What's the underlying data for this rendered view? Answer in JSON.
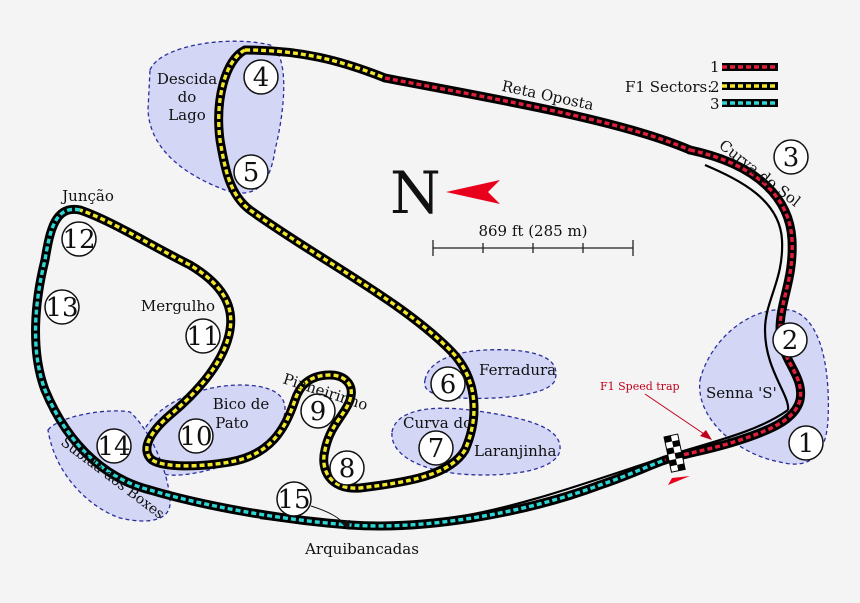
{
  "colors": {
    "sector1": "#e0203a",
    "sector2": "#f2e62a",
    "sector3": "#2fd4d4",
    "zone_fill": "#d3d6f5",
    "zone_stroke": "#2b2f9c",
    "arrow": "#e8001c",
    "background": "#f4f4f4"
  },
  "legend": {
    "title": "F1 Sectors:",
    "items": [
      {
        "num": "1",
        "color": "#e0203a"
      },
      {
        "num": "2",
        "color": "#f2e62a"
      },
      {
        "num": "3",
        "color": "#2fd4d4"
      }
    ]
  },
  "compass": {
    "letter": "N"
  },
  "scale": {
    "label": "869 ft (285 m)"
  },
  "speed_trap": "F1 Speed trap",
  "corners": [
    "1",
    "2",
    "3",
    "4",
    "5",
    "6",
    "7",
    "8",
    "9",
    "10",
    "11",
    "12",
    "13",
    "14",
    "15"
  ],
  "labels": {
    "reta_oposta": "Reta Oposta",
    "curva_do_sol": "Curva do Sol",
    "descida_1": "Descida",
    "descida_2": "do",
    "descida_3": "Lago",
    "juncao": "Junção",
    "mergulho": "Mergulho",
    "pinheirinho": "Pinheirinho",
    "bico_1": "Bico de",
    "bico_2": "Pato",
    "ferradura": "Ferradura",
    "curva_do_1": "Curva do",
    "laranjinha": "Laranjinha",
    "senna_s": "Senna 'S'",
    "subida_boxes": "Subida dos Boxes",
    "arquibancadas": "Arquibancadas"
  }
}
